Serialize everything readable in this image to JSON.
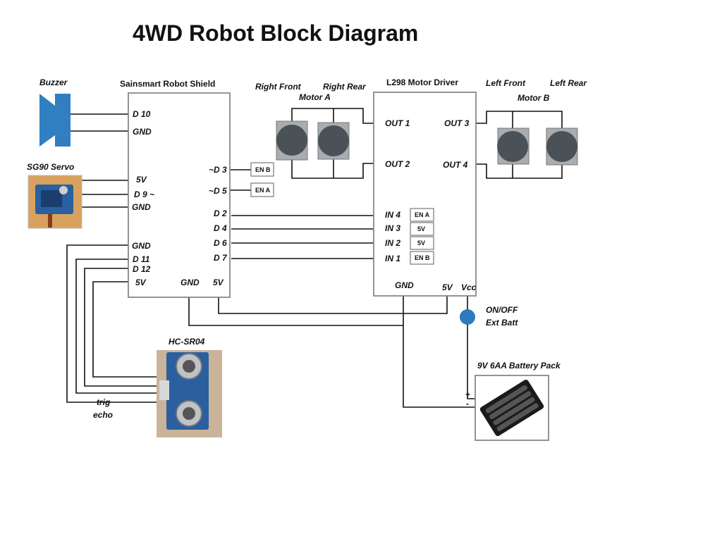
{
  "title": "4WD Robot Block Diagram",
  "components": {
    "buzzer": "Buzzer",
    "servo": "SG90 Servo",
    "shield": "Sainsmart Robot Shield",
    "motor_driver": "L298 Motor Driver",
    "right_front": "Right Front",
    "right_rear": "Right Rear",
    "motor_a": "Motor A",
    "left_front": "Left Front",
    "left_rear": "Left Rear",
    "motor_b": "Motor B",
    "sonar": "HC-SR04",
    "switch_line1": "ON/OFF",
    "switch_line2": "Ext Batt",
    "battery": "9V 6AA Battery Pack"
  },
  "shield_pins": {
    "d10": "D 10",
    "gnd_buzzer": "GND",
    "v5_servo": "5V",
    "d9": "D 9 ~",
    "gnd_servo": "GND",
    "gnd_sonar": "GND",
    "d11": "D 11",
    "d12": "D 12",
    "v5_sonar": "5V",
    "gnd_bottom": "GND",
    "v5_bottom": "5V",
    "d3": "~D 3",
    "d5": "~D 5",
    "d2": "D 2",
    "d4": "D 4",
    "d6": "D 6",
    "d7": "D 7"
  },
  "driver_pins": {
    "out1": "OUT 1",
    "out2": "OUT 2",
    "out3": "OUT 3",
    "out4": "OUT 4",
    "in4": "IN 4",
    "in3": "IN 3",
    "in2": "IN 2",
    "in1": "IN 1",
    "gnd": "GND",
    "v5": "5V",
    "vcc": "Vcc"
  },
  "tags": {
    "shield_en_b": "EN B",
    "shield_en_a": "EN A",
    "in4": "EN A",
    "in3": "5V",
    "in2": "5V",
    "in1": "EN B"
  },
  "sonar_pins": {
    "trig": "trig",
    "echo": "echo"
  },
  "battery_terminals": {
    "plus": "+",
    "minus": "-"
  },
  "colors": {
    "switch": "#2d7bbd",
    "buzzer": "#2f7fc1",
    "motor": "#4a5258",
    "motor_mount": "#a9adb0",
    "sonar_board": "#2a5fa0"
  }
}
